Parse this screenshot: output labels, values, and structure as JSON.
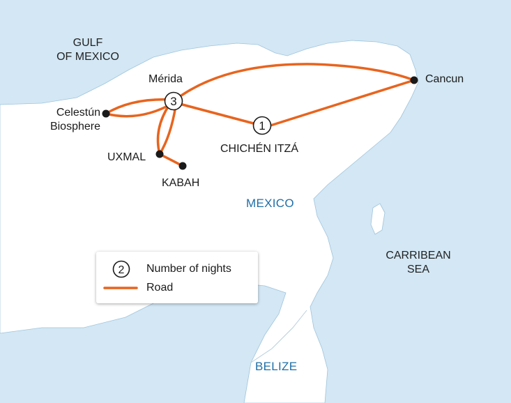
{
  "labels": {
    "gulf_line1": "GULF",
    "gulf_line2": "OF MEXICO",
    "merida": "Mérida",
    "cancun": "Cancun",
    "celestun_line1": "Celestún",
    "celestun_line2": "Biosphere",
    "uxmal": "UXMAL",
    "kabah": "KABAH",
    "chichen": "CHICHÉN ITZÁ",
    "mexico": "MEXICO",
    "carribean_line1": "CARRIBEAN",
    "carribean_line2": "SEA",
    "belize": "BELIZE"
  },
  "nights": {
    "merida": "3",
    "chichen": "1"
  },
  "legend": {
    "nights_symbol": "2",
    "nights_label": "Number of nights",
    "road_label": "Road"
  },
  "colors": {
    "sea": "#d3e7f4",
    "land": "#ffffff",
    "road": "#e8641e",
    "country_text": "#1e6fa8"
  }
}
